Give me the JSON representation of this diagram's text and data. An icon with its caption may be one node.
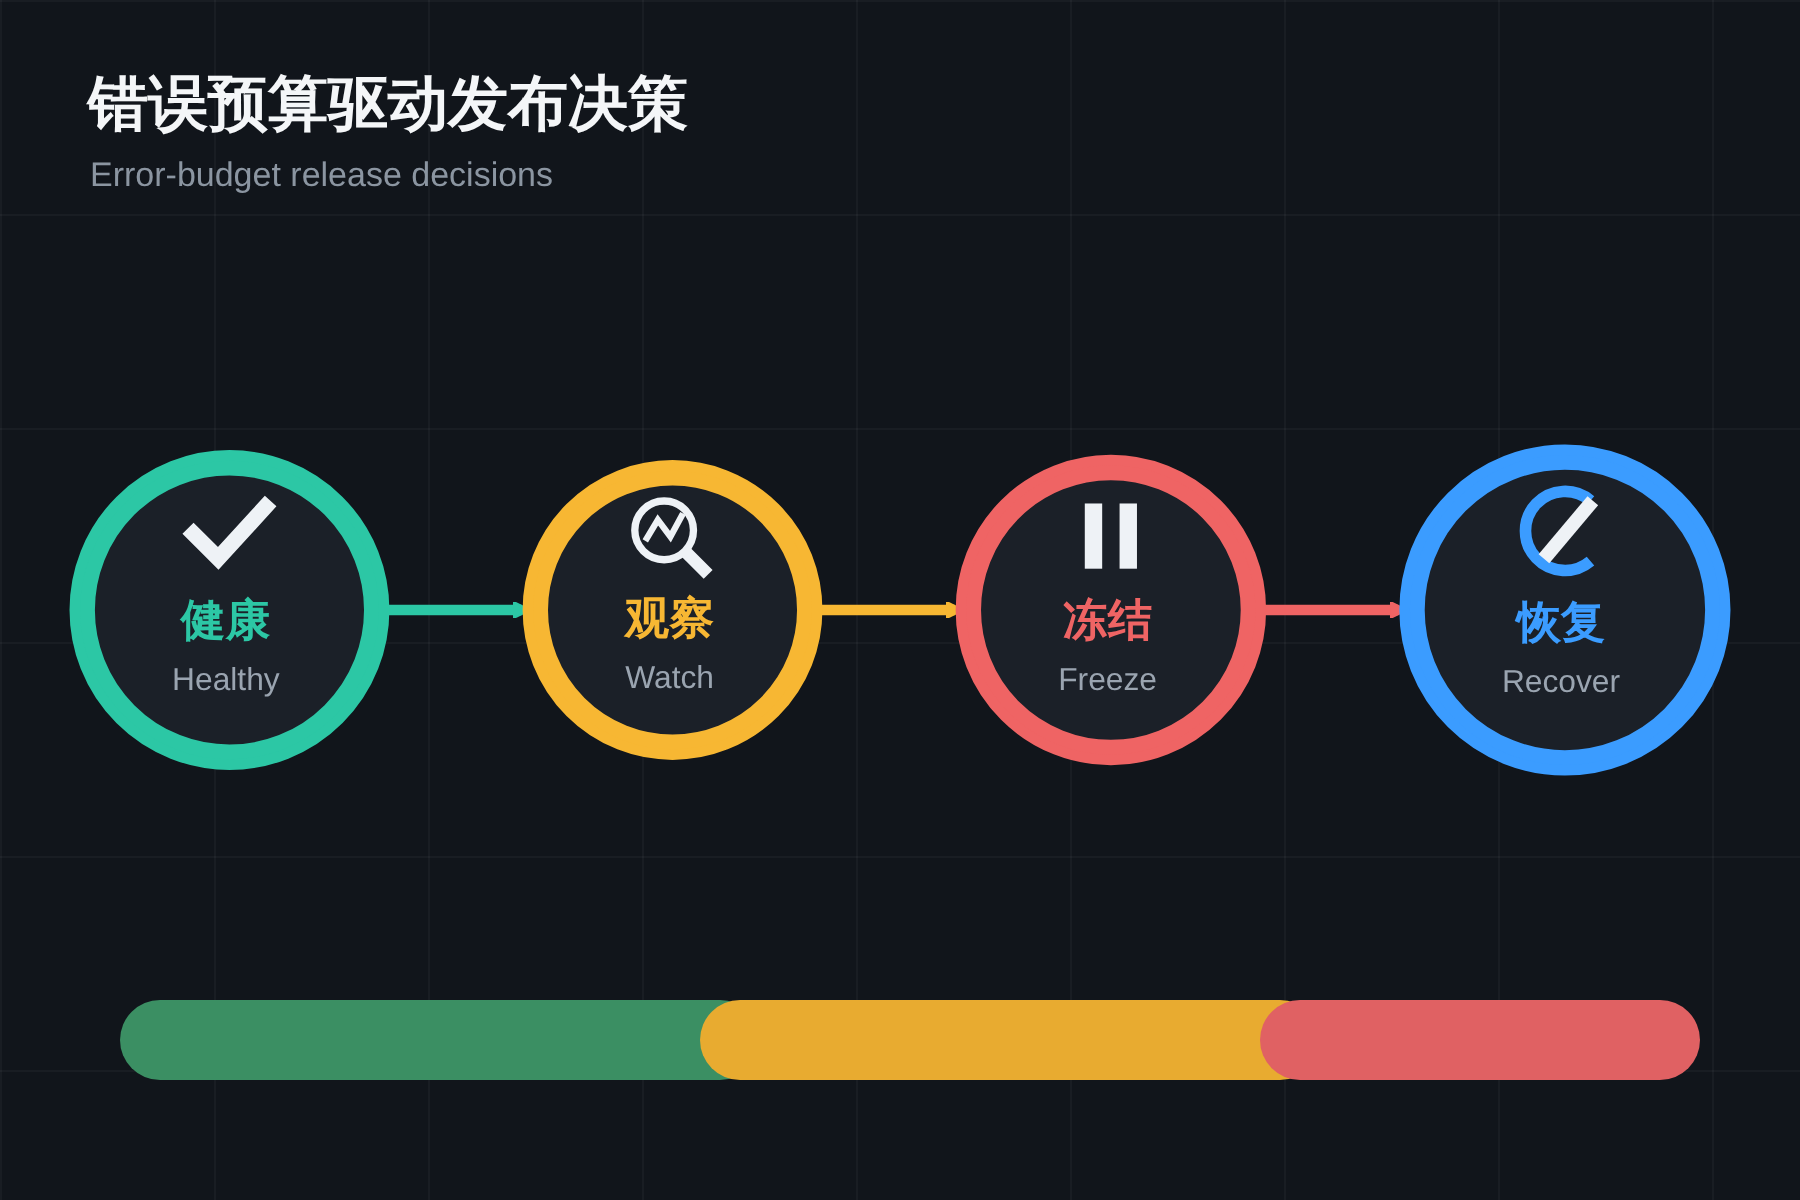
{
  "diagram": {
    "title": "错误预算驱动发布决策",
    "nodes": [
      {
        "text": [
          "健康",
          "Healthy"
        ]
      },
      {
        "text": [
          "观察",
          "Watch"
        ]
      },
      {
        "text": [
          "冻结",
          "Freeze"
        ]
      },
      {
        "text": [
          "恢复",
          "Recover"
        ]
      }
    ],
    "edges": [
      {
        "from": 0,
        "to": 1,
        "arrow": "to",
        "color": "#2cc7a5"
      },
      {
        "from": 1,
        "to": 2,
        "arrow": "to",
        "color": "#f7b733"
      },
      {
        "from": 2,
        "to": 3,
        "arrow": "to",
        "color": "#ef6464"
      }
    ],
    "labels": [
      "Error-budget release decisions"
    ]
  }
}
